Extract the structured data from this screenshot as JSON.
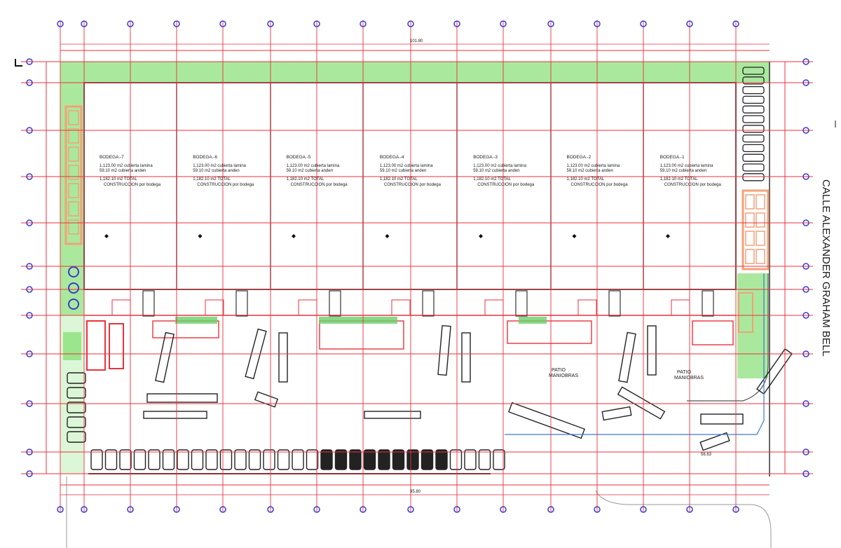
{
  "street_label": "CALLE  ALEXANDER GRAHAM BELL",
  "warehouses": [
    {
      "name": "BODEGA.-7",
      "line1": "1,123.00 m2 cubierta lamina",
      "line2": "59.10 m2 cubierta anden",
      "line3": "1,182.10 m2 TOTAL",
      "line4": "CONSTRUCCION por bodega"
    },
    {
      "name": "BODEGA.-6",
      "line1": "1,123.00 m2 cubierta lamina",
      "line2": "59.10 m2 cubierta anden",
      "line3": "1,182.10 m2 TOTAL",
      "line4": "CONSTRUCCION por bodega"
    },
    {
      "name": "BODEGA.-5",
      "line1": "1,123.00 m2 cubierta lamina",
      "line2": "59.10 m2 cubierta anden",
      "line3": "1,182.10 m2 TOTAL",
      "line4": "CONSTRUCCION por bodega"
    },
    {
      "name": "BODEGA.-4",
      "line1": "1,123.00 m2 cubierta lamina",
      "line2": "59.10 m2 cubierta anden",
      "line3": "1,182.10 m2 TOTAL",
      "line4": "CONSTRUCCION por bodega"
    },
    {
      "name": "BODEGA.-3",
      "line1": "1,123.00 m2 cubierta lamina",
      "line2": "59.10 m2 cubierta anden",
      "line3": "1,182.10 m2 TOTAL",
      "line4": "CONSTRUCCION por bodega"
    },
    {
      "name": "BODEGA.-2",
      "line1": "1,123.00 m2 cubierta lamina",
      "line2": "59.10 m2 cubierta anden",
      "line3": "1,182.10 m2 TOTAL",
      "line4": "CONSTRUCCION por bodega"
    },
    {
      "name": "BODEGA.-1",
      "line1": "1,123.00 m2 cubierta lamina",
      "line2": "59.10 m2 cubierta anden",
      "line3": "1,182.10 m2 TOTAL",
      "line4": "CONSTRUCCION por bodega"
    }
  ],
  "patio_label_1_a": "PATIO",
  "patio_label_1_b": "MANIOBRAS",
  "patio_label_2_a": "PATIO",
  "patio_label_2_b": "MANIOBRAS",
  "dimension_top": "101.80",
  "dimension_bottom": "95.80",
  "dimension_right_bottom": "56.63",
  "colors": {
    "grid_red": "#e8323c",
    "landscape_green": "#9be58c",
    "axis_blue": "#3a3ad0",
    "building_line": "#555555",
    "parking_orange": "#f4a07a"
  }
}
